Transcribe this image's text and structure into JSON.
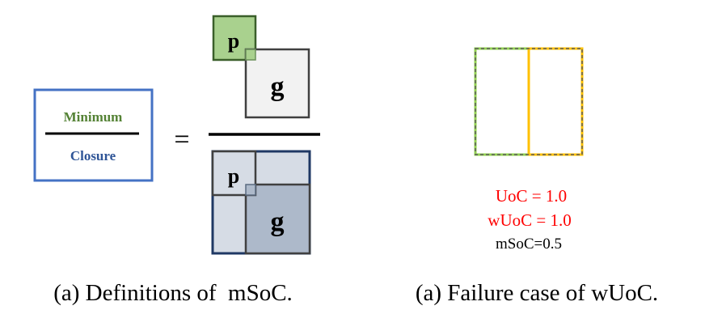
{
  "left_panel": {
    "fraction_box": {
      "numerator": "Minimum",
      "denominator": "Closure"
    },
    "equals_sign": "=",
    "numerator_boxes": {
      "p_label": "p",
      "g_label": "g"
    },
    "denominator_boxes": {
      "p_label": "p",
      "g_label": "g"
    },
    "caption": "(a) Definitions of  mSoC."
  },
  "right_panel": {
    "metrics": {
      "uoc": "UoC = 1.0",
      "wuoc": "wUoC = 1.0",
      "msoc": "mSoC=0.5"
    },
    "caption": "(a) Failure case of wUoC."
  },
  "colors": {
    "blue_frame": "#4472c4",
    "green_text": "#548235",
    "blue_text": "#2f5597",
    "p_fill": "#a9d18e",
    "p_stroke": "#3a5f2a",
    "g_fill": "#f2f2f2",
    "g_stroke": "#404040",
    "closure_fill": "#d6dce5",
    "closure_inner": "#adb9ca",
    "closure_stroke": "#1f3864",
    "green_box": "#92d050",
    "orange_box": "#ffc000",
    "red_text": "#ff0000"
  }
}
